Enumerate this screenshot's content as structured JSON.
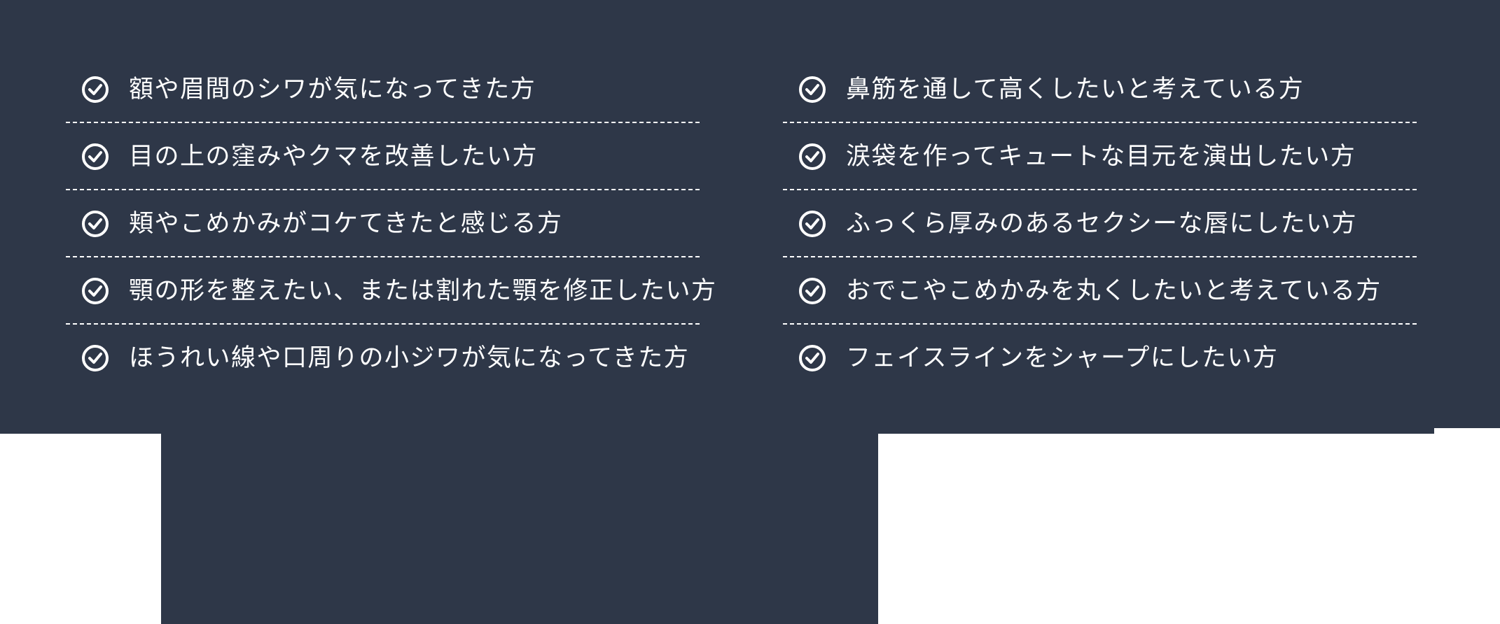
{
  "colors": {
    "background": "#2e3748",
    "text": "#ffffff",
    "page": "#ffffff"
  },
  "left_list": {
    "items": [
      {
        "label": "額や眉間のシワが気になってきた方",
        "icon": "check-circle-icon"
      },
      {
        "label": "目の上の窪みやクマを改善したい方",
        "icon": "check-circle-icon"
      },
      {
        "label": "頬やこめかみがコケてきたと感じる方",
        "icon": "check-circle-icon"
      },
      {
        "label": "顎の形を整えたい、または割れた顎を修正したい方",
        "icon": "check-circle-icon"
      },
      {
        "label": "ほうれい線や口周りの小ジワが気になってきた方",
        "icon": "check-circle-icon"
      }
    ]
  },
  "right_list": {
    "items": [
      {
        "label": "鼻筋を通して高くしたいと考えている方",
        "icon": "check-circle-icon"
      },
      {
        "label": "涙袋を作ってキュートな目元を演出したい方",
        "icon": "check-circle-icon"
      },
      {
        "label": "ふっくら厚みのあるセクシーな唇にしたい方",
        "icon": "check-circle-icon"
      },
      {
        "label": "おでこやこめかみを丸くしたいと考えている方",
        "icon": "check-circle-icon"
      },
      {
        "label": "フェイスラインをシャープにしたい方",
        "icon": "check-circle-icon"
      }
    ]
  }
}
